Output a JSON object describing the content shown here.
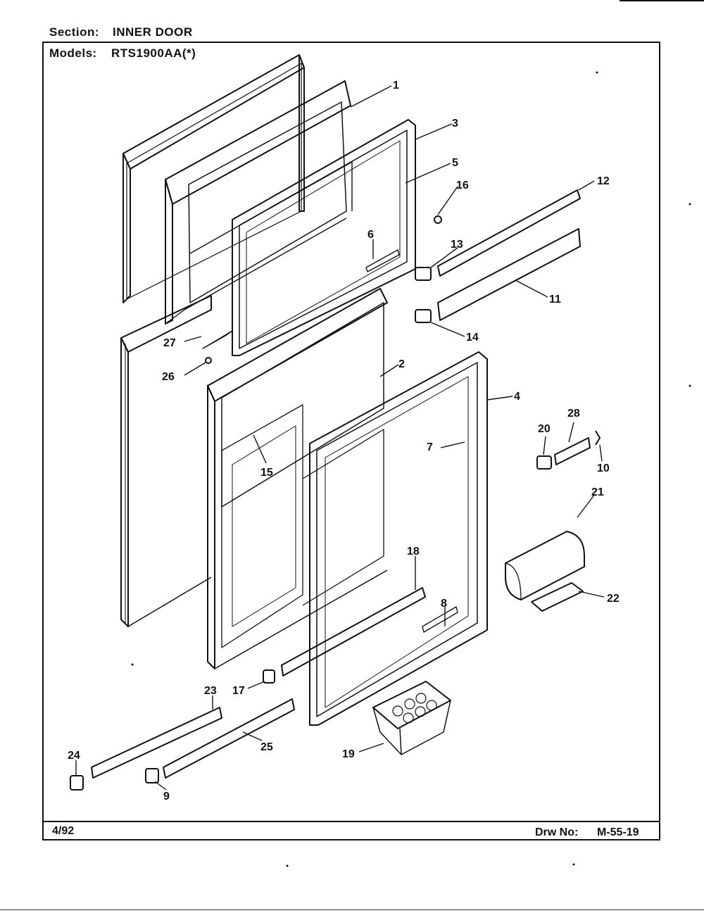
{
  "header": {
    "section_label": "Section:",
    "section_value": "INNER DOOR",
    "models_label": "Models:",
    "models_value": "RTS1900AA(*)"
  },
  "footer": {
    "date": "4/92",
    "drawing_label": "Drw No:",
    "drawing_number": "M-55-19"
  },
  "callouts": [
    "1",
    "3",
    "5",
    "16",
    "12",
    "13",
    "6",
    "11",
    "14",
    "27",
    "26",
    "2",
    "4",
    "28",
    "20",
    "10",
    "7",
    "15",
    "21",
    "22",
    "18",
    "8",
    "23",
    "17",
    "24",
    "25",
    "9",
    "19"
  ]
}
